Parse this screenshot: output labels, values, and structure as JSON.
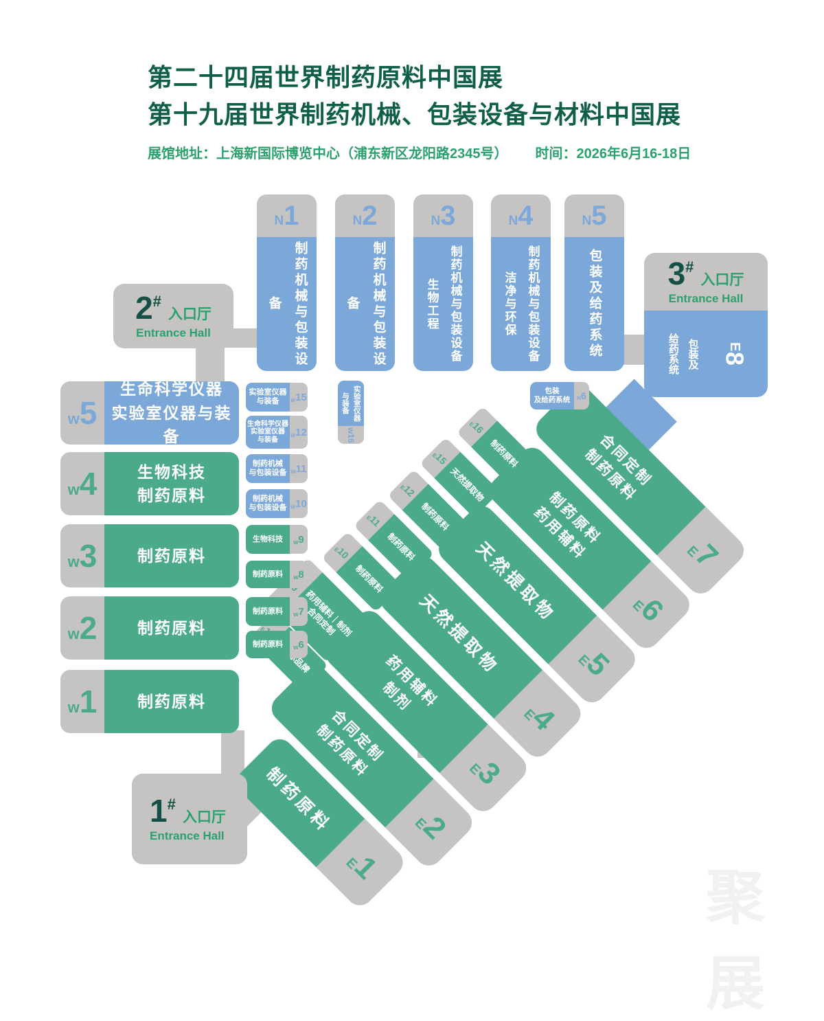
{
  "header": {
    "title1": "第二十四届世界制药原料中国展",
    "title2": "第十九届世界制药机械、包装设备与材料中国展",
    "info1": "展馆地址：上海新国际博览中心（浦东新区龙阳路2345号）",
    "info2": "时间：2026年6月16-18日"
  },
  "entrances": {
    "e1": {
      "num": "1",
      "hash": "#",
      "zh": "入口厅",
      "en": "Entrance Hall"
    },
    "e2": {
      "num": "2",
      "hash": "#",
      "zh": "入口厅",
      "en": "Entrance Hall"
    },
    "e3": {
      "num": "3",
      "hash": "#",
      "zh": "入口厅",
      "en": "Entrance Hall"
    }
  },
  "halls_n": [
    {
      "letter": "N",
      "num": "1",
      "label": "制药机械与包装设备"
    },
    {
      "letter": "N",
      "num": "2",
      "label": "制药机械与包装设备"
    },
    {
      "letter": "N",
      "num": "3",
      "label": "制药机械与包装设备\n生物工程"
    },
    {
      "letter": "N",
      "num": "4",
      "label": "制药机械与包装设备\n洁净与环保"
    },
    {
      "letter": "N",
      "num": "5",
      "label": "包装及给药系统"
    }
  ],
  "hall_n6": {
    "letter": "N",
    "num": "6",
    "label": "包装\n及给药系统"
  },
  "halls_w_large": [
    {
      "letter": "w",
      "num": "5",
      "label": "生命科学仪器\n实验室仪器与装备"
    },
    {
      "letter": "w",
      "num": "4",
      "label": "生物科技\n制药原料"
    },
    {
      "letter": "w",
      "num": "3",
      "label": "制药原料"
    },
    {
      "letter": "w",
      "num": "2",
      "label": "制药原料"
    },
    {
      "letter": "w",
      "num": "1",
      "label": "制药原料"
    }
  ],
  "halls_w_small": [
    {
      "letter": "w",
      "num": "15",
      "label": "实验室仪器\n与装备"
    },
    {
      "letter": "w",
      "num": "12",
      "label": "生命科学仪器\n实验室仪器\n与装备"
    },
    {
      "letter": "w",
      "num": "11",
      "label": "制药机械\n与包装设备"
    },
    {
      "letter": "w",
      "num": "10",
      "label": "制药机械\n与包装设备"
    },
    {
      "letter": "w",
      "num": "9",
      "label": "生物科技"
    },
    {
      "letter": "w",
      "num": "8",
      "label": "制药原料"
    },
    {
      "letter": "w",
      "num": "7",
      "label": "制药原料"
    },
    {
      "letter": "w",
      "num": "6",
      "label": "制药原料"
    }
  ],
  "hall_w16": {
    "letter": "w",
    "num": "16",
    "id": "w16",
    "label": "实验室仪器\n与装备"
  },
  "hall_e8": {
    "letter": "E",
    "num": "8",
    "label": "包装及\n给药系统"
  },
  "halls_e": [
    {
      "letter": "E",
      "num": "7",
      "label": "合同定制\n制药原料"
    },
    {
      "letter": "E",
      "num": "6",
      "label": "制药原料\n药用辅料"
    },
    {
      "letter": "E",
      "num": "5",
      "label": "天然提取物"
    },
    {
      "letter": "E",
      "num": "4",
      "label": "天然提取物"
    },
    {
      "letter": "E",
      "num": "3",
      "label": "药用辅料\n制剂"
    },
    {
      "letter": "E",
      "num": "2",
      "label": "合同定制\n制药原料"
    },
    {
      "letter": "E",
      "num": "1",
      "label": "制药原料"
    }
  ],
  "halls_e_small": [
    {
      "letter": "E",
      "num": "16",
      "label": "制药原料"
    },
    {
      "letter": "E",
      "num": "15",
      "label": "天然提取物"
    },
    {
      "letter": "E",
      "num": "12",
      "label": "制药原料"
    },
    {
      "letter": "E",
      "num": "11",
      "label": "制药原料"
    },
    {
      "letter": "E",
      "num": "10",
      "label": "制药原料"
    },
    {
      "letter": "E",
      "num": "9",
      "label": "药用辅料｜制剂\n合同定制"
    },
    {
      "letter": "E",
      "num": "1.1",
      "label": "国际品牌"
    }
  ],
  "watermark": "聚展",
  "colors": {
    "hall_blue": "#7BA8D9",
    "hall_green": "#4BAB89",
    "corridor_gray": "#C6C4C2",
    "title_green": "#0F5F48",
    "accent_green": "#2AA06C",
    "entrance_number_dark": "#155044",
    "label_white": "#FFFFFF"
  }
}
